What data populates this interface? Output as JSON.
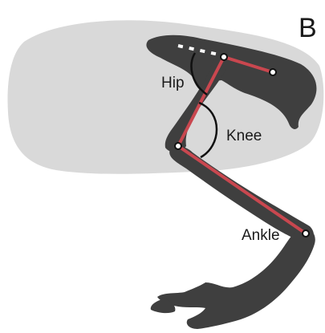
{
  "panel": {
    "letter": "B"
  },
  "labels": {
    "hip": "Hip",
    "knee": "Knee",
    "ankle": "Ankle"
  },
  "colors": {
    "body_silhouette": "#d9d9d9",
    "bone": "#3f3f3f",
    "segment_line": "#c9474f",
    "joint_fill": "#ffffff",
    "angle_arc": "#111111",
    "text": "#1a1a1a"
  }
}
